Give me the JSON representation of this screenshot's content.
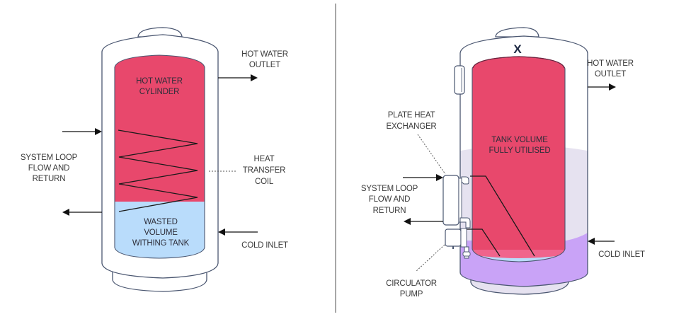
{
  "colors": {
    "hot_water": "#e8486c",
    "hot_water_bottom": "#f0648c",
    "wasted_volume": "#b9dcfb",
    "cold_water": "#c9a3f7",
    "insulation_light": "#e6e2f0",
    "outline": "#4a5670",
    "divider": "#8a8a8a"
  },
  "left_diagram": {
    "tank_top_label": [
      "HOT WATER",
      "CYLINDER"
    ],
    "wasted_label": [
      "WASTED",
      "VOLUME",
      "WITHING TANK"
    ],
    "hot_outlet_label": [
      "HOT WATER",
      "OUTLET"
    ],
    "coil_label": [
      "HEAT",
      "TRANSFER",
      "COIL"
    ],
    "system_loop_label": [
      "SYSTEM LOOP",
      "FLOW AND",
      "RETURN"
    ],
    "cold_inlet_label": "COLD INLET"
  },
  "right_diagram": {
    "top_mark": "X",
    "tank_label": [
      "TANK VOLUME",
      "FULLY UTILISED"
    ],
    "hot_outlet_label": [
      "HOT WATER",
      "OUTLET"
    ],
    "plate_hx_label": [
      "PLATE HEAT",
      "EXCHANGER"
    ],
    "system_loop_label": [
      "SYSTEM LOOP",
      "FLOW AND",
      "RETURN"
    ],
    "cold_inlet_label": "COLD INLET",
    "pump_label": [
      "CIRCULATOR",
      "PUMP"
    ]
  }
}
